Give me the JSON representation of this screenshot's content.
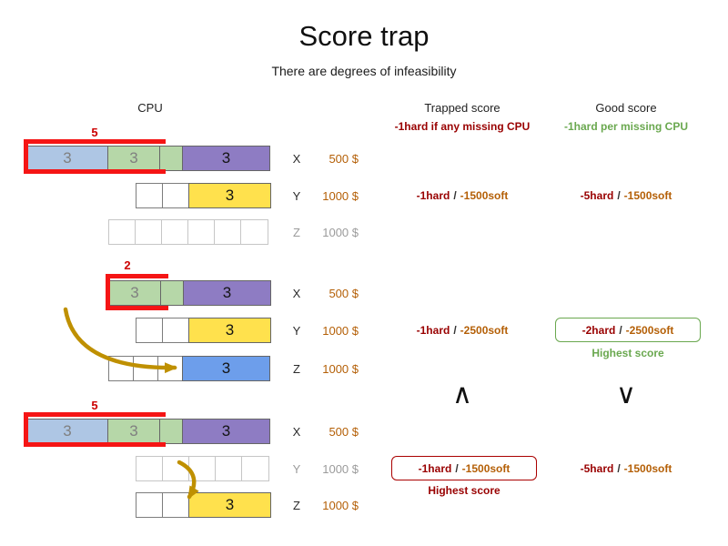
{
  "title": "Score trap",
  "subtitle": "There are degrees of infeasibility",
  "header": {
    "cpu": "CPU",
    "trapped": "Trapped score",
    "trapped_note": "-1hard if any missing CPU",
    "good": "Good score",
    "good_note": "-1hard per missing CPU"
  },
  "slash": "/",
  "comparison": {
    "trapped": "∧",
    "good": "∨"
  },
  "s1": {
    "trap_size": "5",
    "x": {
      "label": "X",
      "cost": "500 $",
      "cell_blue": "3",
      "cell_green": "3",
      "cell_purple": "3"
    },
    "y": {
      "label": "Y",
      "cost": "1000 $",
      "cell_yellow": "3",
      "trapped_hard": "-1hard",
      "trapped_soft": "-1500soft",
      "good_hard": "-5hard",
      "good_soft": "-1500soft"
    },
    "z": {
      "label": "Z",
      "cost": "1000 $"
    }
  },
  "s2": {
    "trap_size": "2",
    "x": {
      "label": "X",
      "cost": "500 $",
      "cell_green": "3",
      "cell_purple": "3"
    },
    "y": {
      "label": "Y",
      "cost": "1000 $",
      "cell_yellow": "3",
      "trapped_hard": "-1hard",
      "trapped_soft": "-2500soft",
      "good_hard": "-2hard",
      "good_soft": "-2500soft",
      "good_note": "Highest score"
    },
    "z": {
      "label": "Z",
      "cost": "1000 $",
      "cell_blue": "3"
    }
  },
  "s3": {
    "trap_size": "5",
    "x": {
      "label": "X",
      "cost": "500 $",
      "cell_blue": "3",
      "cell_green": "3",
      "cell_purple": "3"
    },
    "y": {
      "label": "Y",
      "cost": "1000 $",
      "trapped_hard": "-1hard",
      "trapped_soft": "-1500soft",
      "trapped_note": "Highest score",
      "good_hard": "-5hard",
      "good_soft": "-1500soft"
    },
    "z": {
      "label": "Z",
      "cost": "1000 $",
      "cell_yellow": "3"
    }
  }
}
